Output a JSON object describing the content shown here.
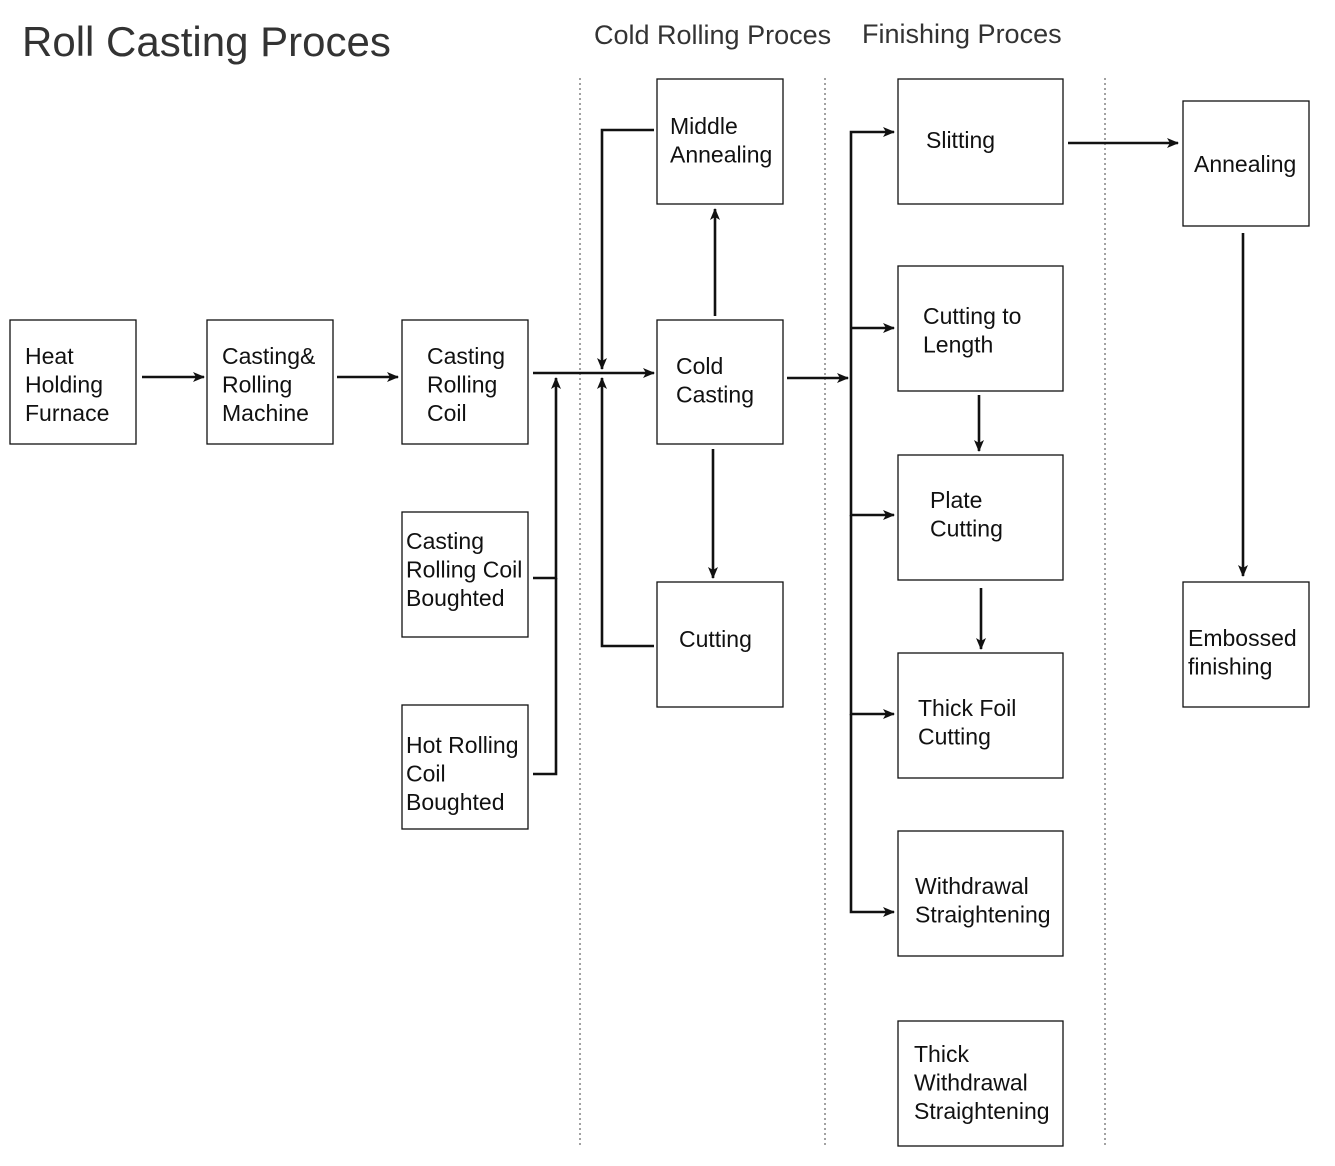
{
  "title": "Roll Casting Proces",
  "section_titles": {
    "cold_rolling": "Cold Rolling Proces",
    "finishing": "Finishing Proces"
  },
  "nodes": [
    {
      "id": "heat-holding-furnace",
      "lines": [
        "Heat",
        "Holding",
        "Furnace"
      ]
    },
    {
      "id": "casting-rolling-machine",
      "lines": [
        "Casting&",
        "Rolling",
        "Machine"
      ]
    },
    {
      "id": "casting-rolling-coil",
      "lines": [
        "Casting",
        "Rolling",
        "Coil"
      ]
    },
    {
      "id": "casting-rolling-coil-boughted",
      "lines": [
        "Casting",
        "Rolling Coil",
        "Boughted"
      ]
    },
    {
      "id": "hot-rolling-coil-boughted",
      "lines": [
        "Hot Rolling",
        "Coil",
        "Boughted"
      ]
    },
    {
      "id": "middle-annealing",
      "lines": [
        "Middle",
        "Annealing"
      ]
    },
    {
      "id": "cold-casting",
      "lines": [
        "Cold",
        "Casting"
      ]
    },
    {
      "id": "cutting",
      "lines": [
        "Cutting"
      ]
    },
    {
      "id": "slitting",
      "lines": [
        "Slitting"
      ]
    },
    {
      "id": "cutting-to-length",
      "lines": [
        "Cutting to",
        "Length"
      ]
    },
    {
      "id": "plate-cutting",
      "lines": [
        "Plate",
        "Cutting"
      ]
    },
    {
      "id": "thick-foil-cutting",
      "lines": [
        "Thick Foil",
        "Cutting"
      ]
    },
    {
      "id": "withdrawal-straightening",
      "lines": [
        "Withdrawal",
        "Straightening"
      ]
    },
    {
      "id": "thick-withdrawal-straightening",
      "lines": [
        "Thick",
        "Withdrawal",
        "Straightening"
      ]
    },
    {
      "id": "annealing",
      "lines": [
        "Annealing"
      ]
    },
    {
      "id": "embossed-finishing",
      "lines": [
        "Embossed",
        "finishing"
      ]
    }
  ],
  "edges": [
    {
      "from": "heat-holding-furnace",
      "to": "casting-rolling-machine"
    },
    {
      "from": "casting-rolling-machine",
      "to": "casting-rolling-coil"
    },
    {
      "from": "casting-rolling-coil",
      "to": "cold-casting"
    },
    {
      "from": "casting-rolling-coil-boughted",
      "to": "cold-casting"
    },
    {
      "from": "hot-rolling-coil-boughted",
      "to": "cold-casting"
    },
    {
      "from": "cold-casting",
      "to": "middle-annealing"
    },
    {
      "from": "middle-annealing",
      "to": "cold-casting"
    },
    {
      "from": "cold-casting",
      "to": "cutting"
    },
    {
      "from": "cutting",
      "to": "cold-casting"
    },
    {
      "from": "cold-casting",
      "to": "slitting"
    },
    {
      "from": "cold-casting",
      "to": "cutting-to-length"
    },
    {
      "from": "cold-casting",
      "to": "plate-cutting"
    },
    {
      "from": "cold-casting",
      "to": "thick-foil-cutting"
    },
    {
      "from": "cold-casting",
      "to": "withdrawal-straightening"
    },
    {
      "from": "cutting-to-length",
      "to": "plate-cutting"
    },
    {
      "from": "plate-cutting",
      "to": "thick-foil-cutting"
    },
    {
      "from": "slitting",
      "to": "annealing"
    },
    {
      "from": "annealing",
      "to": "embossed-finishing"
    }
  ]
}
